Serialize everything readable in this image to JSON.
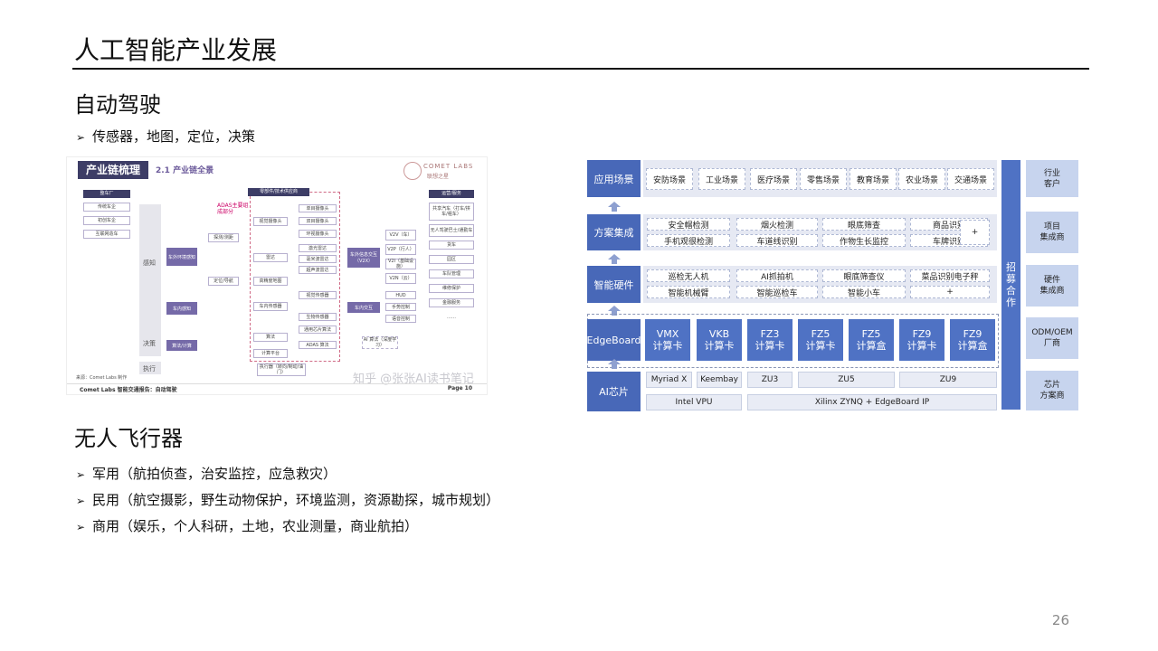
{
  "page": {
    "title": "人工智能产业发展",
    "page_number": "26"
  },
  "section1": {
    "heading": "自动驾驶",
    "bullets": [
      "传感器，地图，定位，决策"
    ]
  },
  "section2": {
    "heading": "无人飞行器",
    "bullets": [
      "军用（航拍侦查，治安监控，应急救灾）",
      "民用（航空摄影，野生动物保护，环境监测，资源勘探，城市规划）",
      "商用（娱乐，个人科研，土地，农业测量，商业航拍）"
    ]
  },
  "bullet_marker": "➢",
  "figure_left": {
    "header_tab": "产业链梳理",
    "header_sub": "2.1 产业链全景",
    "logo_text": "COMET LABS",
    "logo_sub": "联想之星",
    "group_oem": "整车厂",
    "oem_items": [
      "传统车企",
      "初创车企",
      "互联网造车"
    ],
    "group_parts": "零部件/技术供应商",
    "group_ops": "运营/服务",
    "adas_note": "ADAS主要组成部分",
    "left_stages": [
      "感知",
      "决策",
      "执行"
    ],
    "purple_blocks": [
      "车外环境感知",
      "车内感知",
      "算法/计算"
    ],
    "mid_items": [
      "探测/测距",
      "定位/导航",
      "高精度地图"
    ],
    "sensors": [
      "视觉摄像头",
      "雷达",
      "车内传感器",
      "算法",
      "计算平台"
    ],
    "sensor_sub": [
      "单目摄像头",
      "双目摄像头",
      "环视摄像头",
      "激光雷达",
      "毫米波雷达",
      "超声波雷达",
      "视觉传感器",
      "生物传感器",
      "通用芯片算法",
      "ADAS 算法"
    ],
    "exec_block": "执行器（转向/制动/油门）",
    "v2x": "车外信息交互（V2X）",
    "v2x_items": [
      "V2V（车）",
      "V2P（行人）",
      "V2I（基础设施）",
      "V2N（云）"
    ],
    "cabin": "车内交互",
    "cabin_items": [
      "HUD",
      "手势控制",
      "语音控制"
    ],
    "ai_note": "AI 算法（深度学习）",
    "ops_items": [
      "共享汽车（打车/拼车/租车）",
      "无人驾驶巴士/通勤车",
      "货车",
      "园区",
      "车队管理",
      "维修保护",
      "金融服务",
      "……"
    ],
    "source": "来源：Comet Labs 制作",
    "footer_left": "Comet Labs 智能交通报告：自动驾驶",
    "footer_right": "Page 10",
    "watermark": "知乎 @张张AI读书笔记"
  },
  "figure_right": {
    "rows": [
      {
        "label": "应用场景",
        "items": [
          "安防场景",
          "工业场景",
          "医疗场景",
          "零售场景",
          "教育场景",
          "农业场景",
          "交通场景"
        ]
      },
      {
        "label": "方案集成",
        "items_top": [
          "安全帽检测",
          "烟火检测",
          "眼底筛查",
          "商品识别"
        ],
        "items_bottom": [
          "手机观很检测",
          "车道线识别",
          "作物生长监控",
          "车牌识别"
        ],
        "plus": "+"
      },
      {
        "label": "智能硬件",
        "items_top": [
          "巡检无人机",
          "AI抓拍机",
          "眼底筛查仪",
          "菜品识别电子秤"
        ],
        "items_bottom": [
          "智能机械臂",
          "智能巡检车",
          "智能小车"
        ],
        "plus": "+"
      },
      {
        "label": "EdgeBoard",
        "cards": [
          [
            "VMX",
            "计算卡"
          ],
          [
            "VKB",
            "计算卡"
          ],
          [
            "FZ3",
            "计算卡"
          ],
          [
            "FZ5",
            "计算卡"
          ],
          [
            "FZ5",
            "计算盒"
          ],
          [
            "FZ9",
            "计算卡"
          ],
          [
            "FZ9",
            "计算盒"
          ]
        ]
      },
      {
        "label": "AI芯片",
        "chips_top": [
          "Myriad X",
          "Keembay",
          "ZU3",
          "ZU5",
          "ZU9"
        ],
        "chips_bottom": [
          "Intel VPU",
          "Xilinx ZYNQ + EdgeBoard IP"
        ]
      }
    ],
    "vertical_bar": "招募合作",
    "side_labels": [
      [
        "行业",
        "客户"
      ],
      [
        "项目",
        "集成商"
      ],
      [
        "硬件",
        "集成商"
      ],
      [
        "ODM/OEM",
        "厂商"
      ],
      [
        "芯片",
        "方案商"
      ]
    ]
  },
  "colors": {
    "label_blue": "#4868b8",
    "card_blue": "#4f72c4",
    "side_blue": "#c7d4ee",
    "row_bg": "#e6e9f3",
    "purple": "#756aa8",
    "dark_purple": "#3d3d66"
  }
}
